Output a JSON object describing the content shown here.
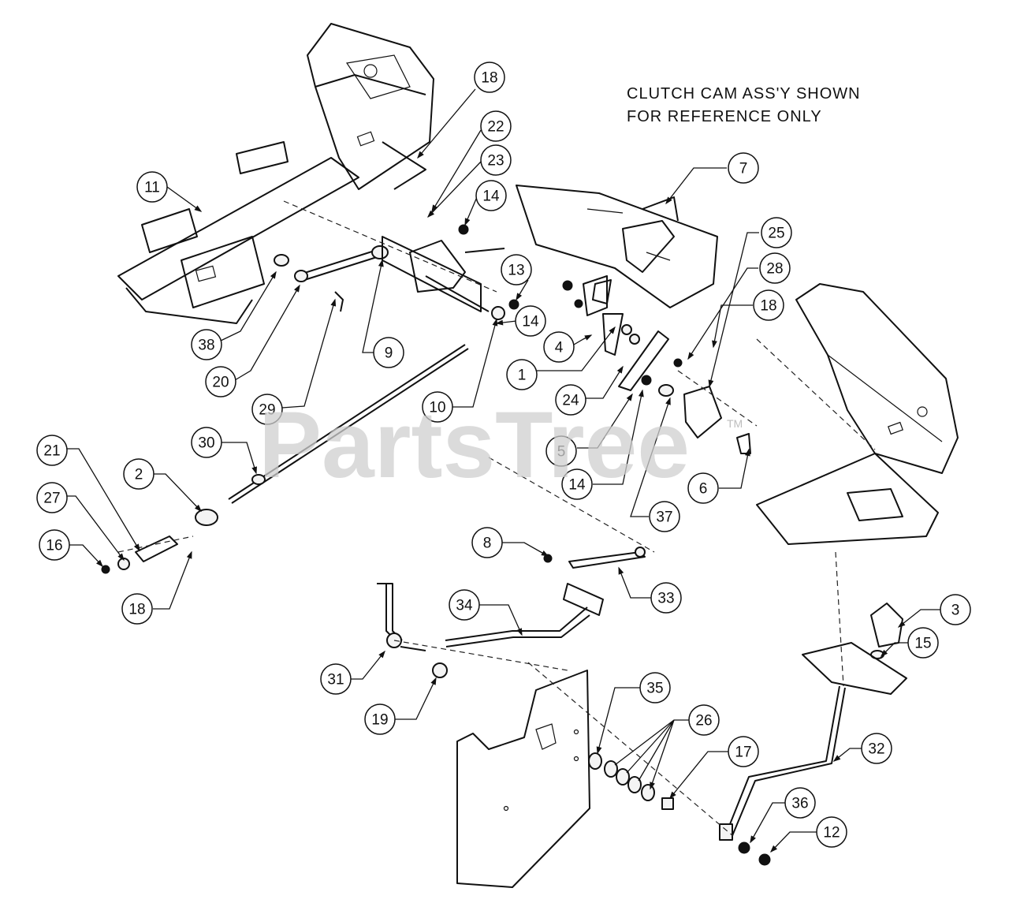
{
  "note": {
    "line1": "CLUTCH CAM ASS'Y SHOWN",
    "line2": "FOR REFERENCE ONLY"
  },
  "watermark": {
    "text": "PartsTree",
    "tm": "TM"
  },
  "callouts": [
    "18",
    "22",
    "23",
    "14",
    "11",
    "7",
    "25",
    "28",
    "18",
    "13",
    "14",
    "4",
    "1",
    "24",
    "38",
    "20",
    "29",
    "9",
    "10",
    "5",
    "14",
    "6",
    "37",
    "21",
    "27",
    "16",
    "2",
    "30",
    "18",
    "8",
    "33",
    "34",
    "31",
    "19",
    "3",
    "15",
    "35",
    "26",
    "17",
    "32",
    "36",
    "12"
  ]
}
